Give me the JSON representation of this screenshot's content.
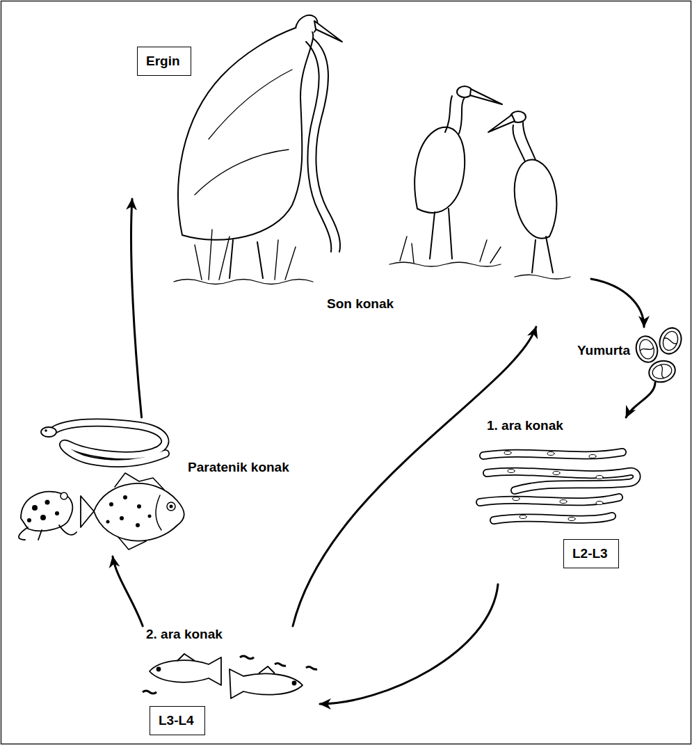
{
  "diagram": {
    "nodes": [
      {
        "text": [
          "Son konak"
        ]
      },
      {
        "text": [
          "Ergin"
        ],
        "in": 0
      },
      {
        "text": [
          "Yumurta"
        ]
      },
      {
        "text": [
          "1. ara konak"
        ]
      },
      {
        "text": [
          "L2-L3"
        ],
        "in": 3
      },
      {
        "text": [
          "2. ara konak"
        ]
      },
      {
        "text": [
          "L3-L4"
        ],
        "in": 5
      },
      {
        "text": [
          "Paratenik konak"
        ]
      }
    ],
    "edges": [
      {
        "from": 0,
        "to": 2,
        "arrow": "to"
      },
      {
        "from": 2,
        "to": 3,
        "arrow": "to"
      },
      {
        "from": 3,
        "to": 5,
        "arrow": "to"
      },
      {
        "from": 5,
        "to": 7,
        "arrow": "to"
      },
      {
        "from": 7,
        "to": 0,
        "arrow": "to"
      },
      {
        "from": 5,
        "to": 0,
        "arrow": "to"
      }
    ]
  }
}
